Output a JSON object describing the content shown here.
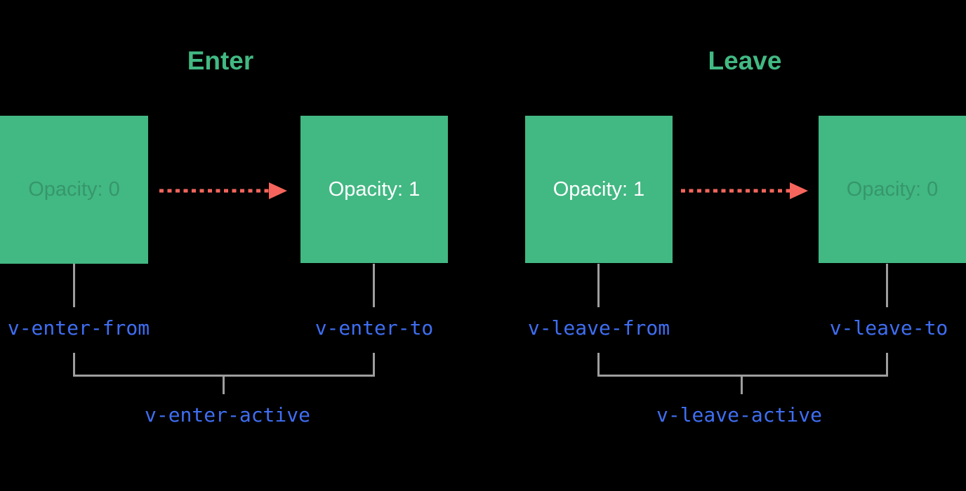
{
  "diagram": {
    "enter": {
      "heading": "Enter",
      "box_from": "Opacity: 0",
      "box_to": "Opacity: 1",
      "label_from": "v-enter-from",
      "label_to": "v-enter-to",
      "label_active": "v-enter-active"
    },
    "leave": {
      "heading": "Leave",
      "box_from": "Opacity: 1",
      "box_to": "Opacity: 0",
      "label_from": "v-leave-from",
      "label_to": "v-leave-to",
      "label_active": "v-leave-active"
    }
  },
  "colors": {
    "background": "#000000",
    "box_green": "#42b883",
    "heading_green": "#42b983",
    "label_blue": "#3f6ef2",
    "arrow_red": "#f5655d",
    "connector_gray": "#9e9e9e",
    "box_text_bright": "#ffffff",
    "box_text_dim": "rgba(0,0,0,0.18)"
  }
}
